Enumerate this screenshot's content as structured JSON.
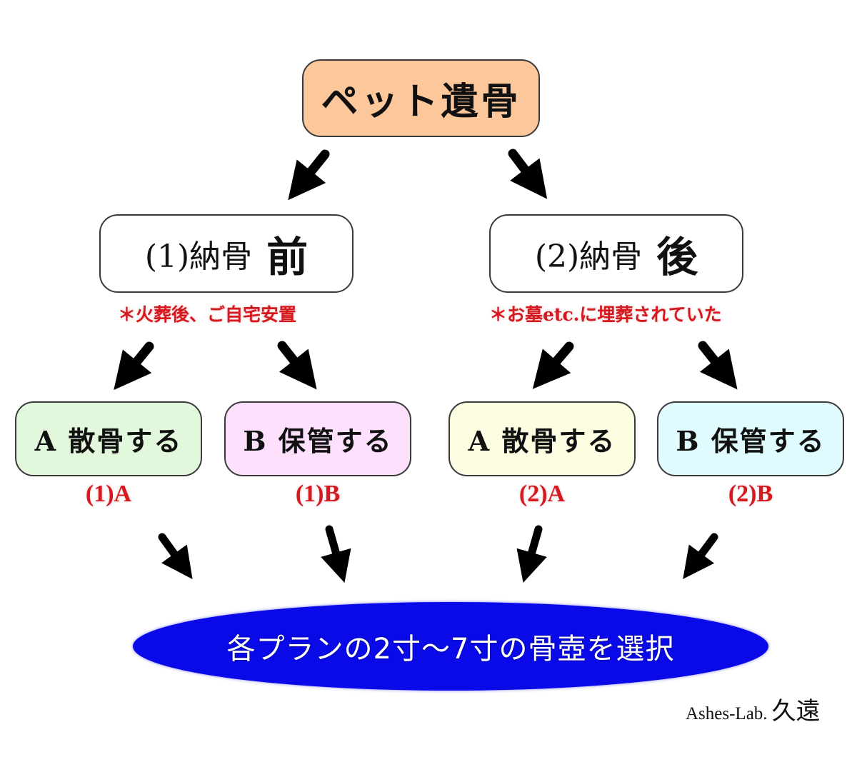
{
  "diagram": {
    "root": {
      "label": "ペット遺骨",
      "color": "#fcc89b"
    },
    "branches": [
      {
        "prefix": "(1)納骨",
        "emphasis": "前",
        "note": "＊火葬後、ご自宅安置",
        "options": [
          {
            "label": "A 散骨する",
            "tag": "(1)A",
            "color": "#e1f8dc"
          },
          {
            "label": "B 保管する",
            "tag": "(1)B",
            "color": "#fde1fc"
          }
        ]
      },
      {
        "prefix": "(2)納骨",
        "emphasis": "後",
        "note": "＊お墓etc.に埋葬されていた",
        "options": [
          {
            "label": "A 散骨する",
            "tag": "(2)A",
            "color": "#fdfde1"
          },
          {
            "label": "B 保管する",
            "tag": "(2)B",
            "color": "#e0fbfd"
          }
        ]
      }
    ],
    "result": {
      "label": "各プランの2寸〜7寸の骨壺を選択",
      "color": "#0a0ae8"
    },
    "credit": {
      "text": "Ashes-Lab.",
      "name": "久遠"
    },
    "note_color": "#d4191f"
  }
}
